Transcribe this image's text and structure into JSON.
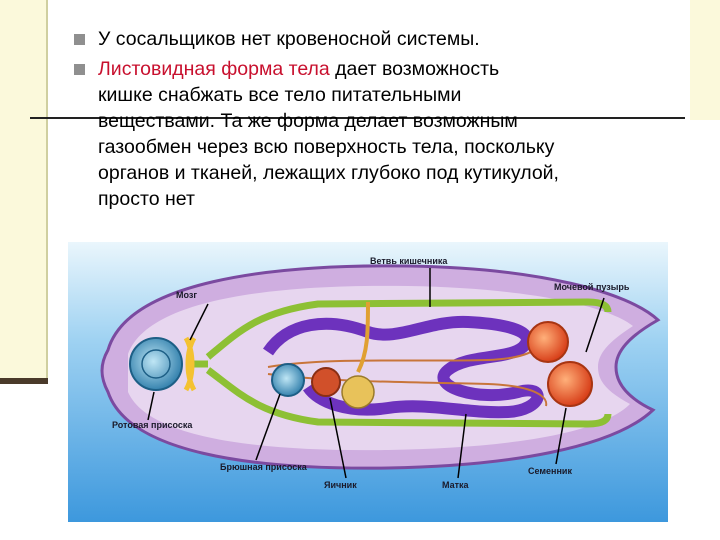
{
  "bullets": [
    {
      "text": "У сосальщиков нет кровеносной системы."
    },
    {
      "highlight": "Листовидная форма тела",
      "line1_rest": " дает возможность",
      "lines": [
        "кишке снабжать все тело питательными",
        "веществами. Та же форма делает возможным",
        "газообмен через всю поверхность тела, поскольку",
        "органов и тканей, лежащих глубоко под кутикулой,",
        "просто нет"
      ]
    }
  ],
  "figure": {
    "labels": {
      "brain": "Мозг",
      "gut_branch": "Ветвь кишечника",
      "bladder": "Мочевой пузырь",
      "oral_sucker": "Ротовая присоска",
      "ventral_sucker": "Брюшная присоска",
      "ovary": "Яичник",
      "uterus": "Матка",
      "testis": "Семенник"
    },
    "colors": {
      "background": "#4aa6e6",
      "body": "#c9a6dc",
      "gut": "#9bc93a",
      "uterus": "#6a2fb8",
      "ducts": "#c8753a",
      "testis": "#e0501e"
    }
  }
}
